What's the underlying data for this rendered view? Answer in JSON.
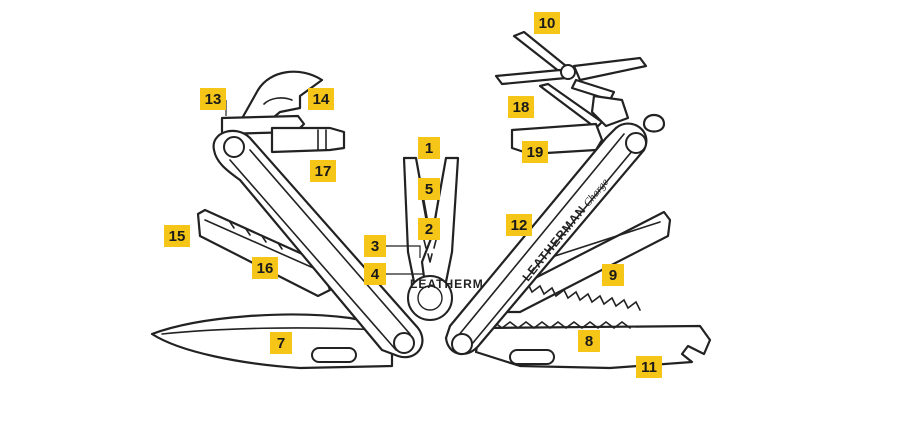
{
  "diagram": {
    "brand": "LEATHERMAN",
    "model": "Charge",
    "callouts": [
      {
        "id": "c1",
        "label": "1"
      },
      {
        "id": "c2",
        "label": "2"
      },
      {
        "id": "c3",
        "label": "3"
      },
      {
        "id": "c4",
        "label": "4"
      },
      {
        "id": "c5",
        "label": "5"
      },
      {
        "id": "c7",
        "label": "7"
      },
      {
        "id": "c8",
        "label": "8"
      },
      {
        "id": "c9",
        "label": "9"
      },
      {
        "id": "c10",
        "label": "10"
      },
      {
        "id": "c11",
        "label": "11"
      },
      {
        "id": "c12",
        "label": "12"
      },
      {
        "id": "c13",
        "label": "13"
      },
      {
        "id": "c14",
        "label": "14"
      },
      {
        "id": "c15",
        "label": "15"
      },
      {
        "id": "c16",
        "label": "16"
      },
      {
        "id": "c17",
        "label": "17"
      },
      {
        "id": "c18",
        "label": "18"
      },
      {
        "id": "c19",
        "label": "19"
      }
    ],
    "colors": {
      "callout": "#f5c518",
      "outline": "#222222",
      "background": "#ffffff"
    }
  }
}
